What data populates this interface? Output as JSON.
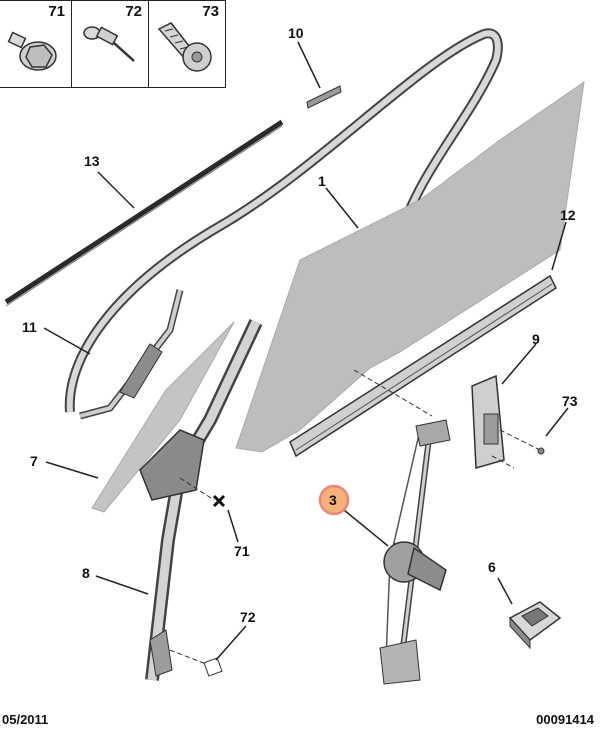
{
  "fasteners": [
    {
      "ref": "71",
      "icon": "flange-bolt-icon"
    },
    {
      "ref": "72",
      "icon": "rivet-icon"
    },
    {
      "ref": "73",
      "icon": "tapping-screw-icon"
    }
  ],
  "parts": [
    {
      "ref": "1",
      "name": "door-glass"
    },
    {
      "ref": "3",
      "name": "window-regulator",
      "highlighted": true
    },
    {
      "ref": "6",
      "name": "window-switch"
    },
    {
      "ref": "7",
      "name": "rear-quarter-glass"
    },
    {
      "ref": "8",
      "name": "rear-glass-channel"
    },
    {
      "ref": "9",
      "name": "front-glass-run-guide"
    },
    {
      "ref": "10",
      "name": "seal-clip"
    },
    {
      "ref": "11",
      "name": "door-frame-seal"
    },
    {
      "ref": "12",
      "name": "inner-belt-strip"
    },
    {
      "ref": "13",
      "name": "outer-belt-strip"
    }
  ],
  "callouts": {
    "c71": "71",
    "c72": "72",
    "c73": "73",
    "c1": "1",
    "c3": "3",
    "c6": "6",
    "c7": "7",
    "c8": "8",
    "c9": "9",
    "c10": "10",
    "c11": "11",
    "c12": "12",
    "c13": "13"
  },
  "colors": {
    "glass": "#bdbdbd",
    "highlight": "#f6b07a",
    "highlight_ring": "#e8877a",
    "line": "#222222"
  },
  "footer": {
    "date": "05/2011",
    "code": "00091414"
  }
}
